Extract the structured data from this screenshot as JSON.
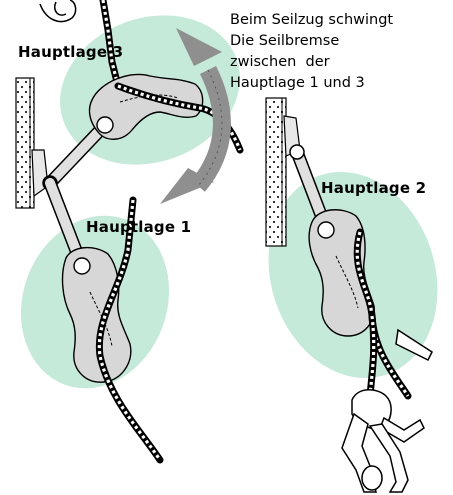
{
  "caption": {
    "lines": [
      "Beim Seilzug schwingt",
      "Die Seilbremse",
      "zwischen  der",
      "Hauptlage 1 und 3"
    ]
  },
  "positions": {
    "pos3": "Hauptlage 3",
    "pos1": "Hauptlage 1",
    "pos2": "Hauptlage 2"
  },
  "colors": {
    "zone": "#c6ead9",
    "device": "#d7d7d7",
    "arrow": "#8f8f8f",
    "wall": "#ffffff",
    "outline": "#000000"
  },
  "icons": [
    "climber-icon",
    "rope-brake-device-icon",
    "swing-arrow-icon",
    "wall-icon"
  ]
}
